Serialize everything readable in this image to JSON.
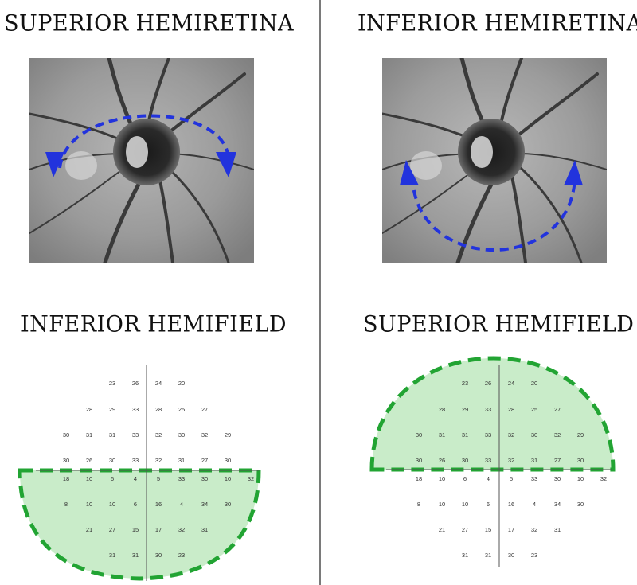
{
  "panels": {
    "top_left_title": "SUPERIOR HEMIRETINA",
    "top_right_title": "INFERIOR HEMIRETINA",
    "bottom_left_title": "INFERIOR HEMIFIELD",
    "bottom_right_title": "SUPERIOR HEMIFIELD"
  },
  "colors": {
    "arrow": "#2233dd",
    "field_fill": "#c9ecc9",
    "field_stroke": "#22a433",
    "divider": "#7a7a7a"
  },
  "visual_field": {
    "rows": [
      [
        "23",
        "26",
        "24",
        "20"
      ],
      [
        "28",
        "29",
        "33",
        "28",
        "25",
        "27"
      ],
      [
        "30",
        "31",
        "31",
        "33",
        "32",
        "30",
        "32",
        "29"
      ],
      [
        "30",
        "26",
        "30",
        "33",
        "32",
        "31",
        "27",
        "30"
      ],
      [
        "18",
        "10",
        "6",
        "4",
        "5",
        "33",
        "30",
        "10",
        "32"
      ],
      [
        "8",
        "10",
        "10",
        "6",
        "16",
        "4",
        "34",
        "30"
      ],
      [
        "21",
        "27",
        "15",
        "17",
        "32",
        "31"
      ],
      [
        "31",
        "31",
        "30",
        "23"
      ]
    ]
  }
}
